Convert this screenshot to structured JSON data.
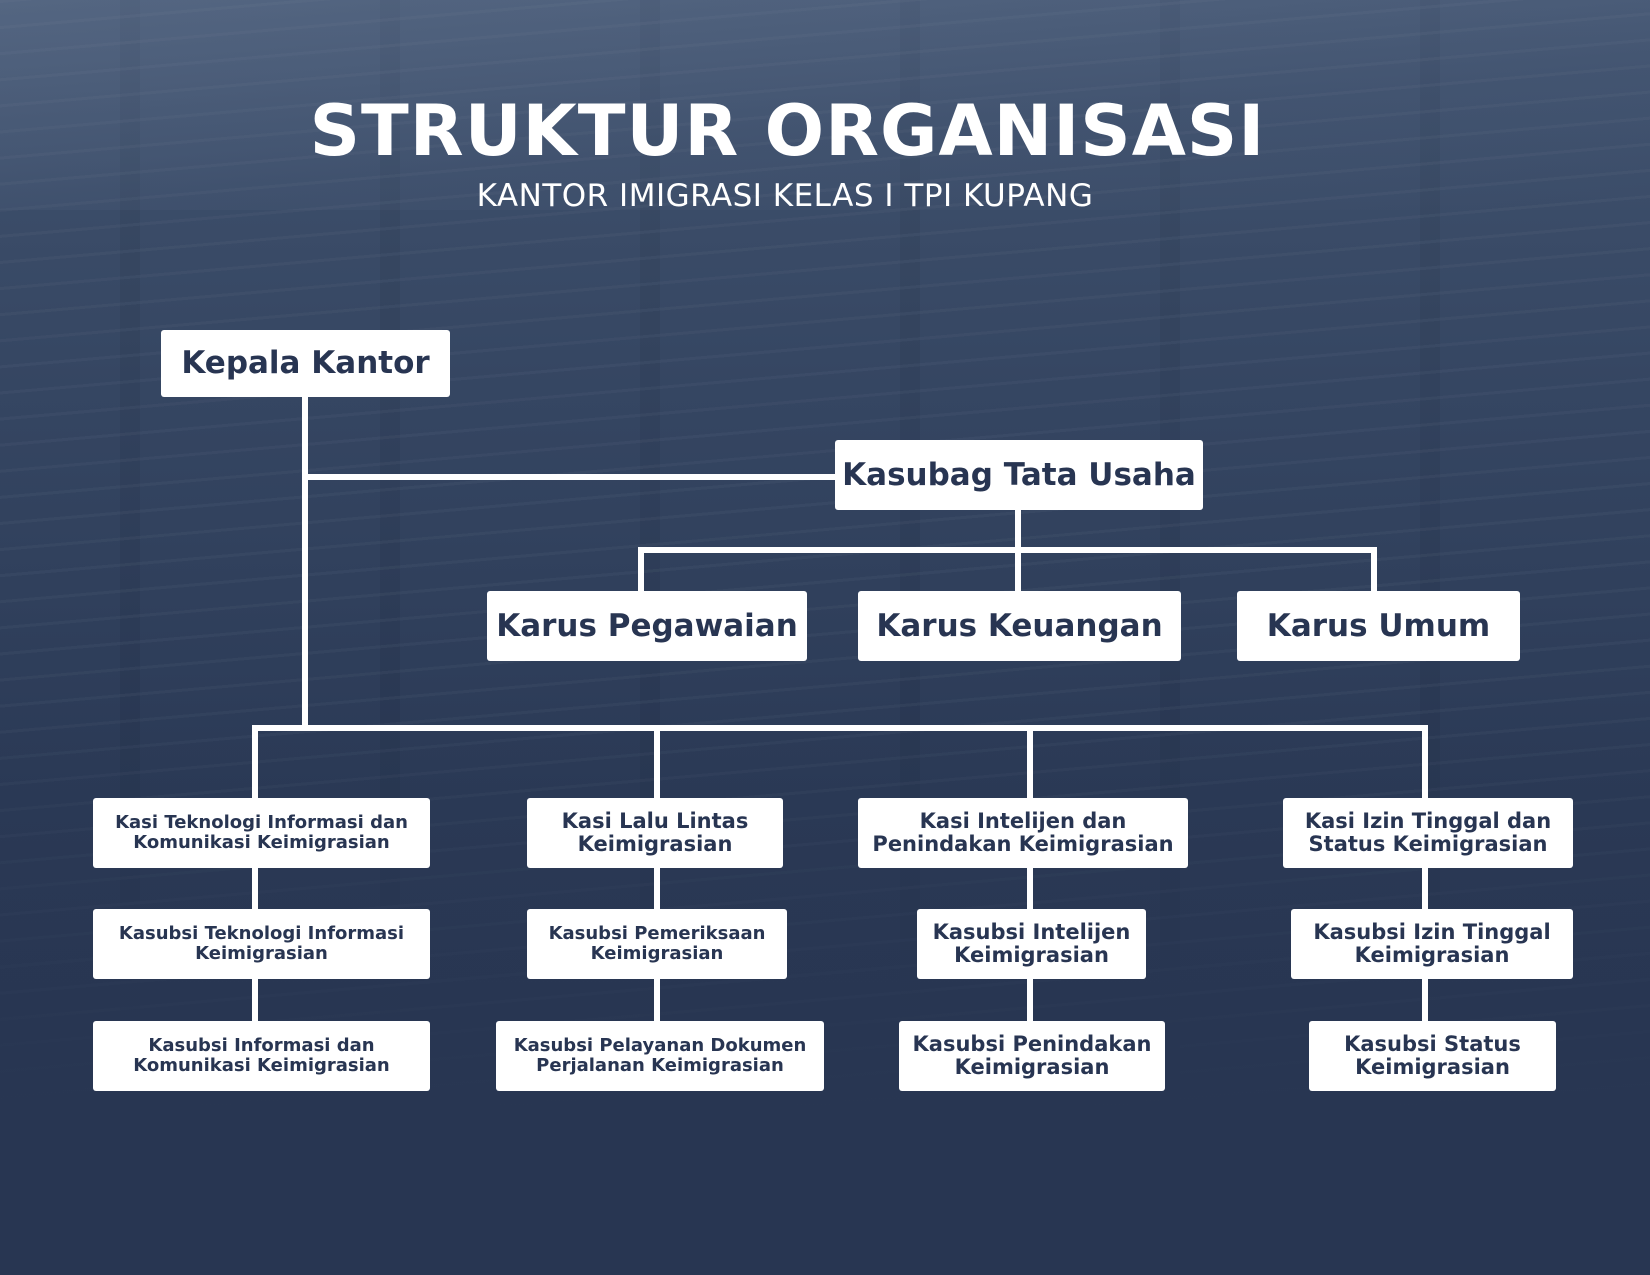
{
  "header": {
    "title": "STRUKTUR ORGANISASI",
    "subtitle": "KANTOR IMIGRASI KELAS I TPI KUPANG"
  },
  "org": {
    "head": "Kepala Kantor",
    "admin": {
      "label": "Kasubag Tata Usaha",
      "units": [
        "Karus Pegawaian",
        "Karus Keuangan",
        "Karus Umum"
      ]
    },
    "sections": [
      {
        "label": "Kasi Teknologi Informasi dan Komunikasi Keimigrasian",
        "subs": [
          "Kasubsi Teknologi Informasi Keimigrasian",
          "Kasubsi Informasi dan Komunikasi Keimigrasian"
        ]
      },
      {
        "label": "Kasi Lalu Lintas Keimigrasian",
        "subs": [
          "Kasubsi Pemeriksaan Keimigrasian",
          "Kasubsi Pelayanan Dokumen Perjalanan Keimigrasian"
        ]
      },
      {
        "label": "Kasi Intelijen dan Penindakan Keimigrasian",
        "subs": [
          "Kasubsi Intelijen Keimigrasian",
          "Kasubsi Penindakan Keimigrasian"
        ]
      },
      {
        "label": "Kasi Izin Tinggal dan Status Keimigrasian",
        "subs": [
          "Kasubsi Izin Tinggal Keimigrasian",
          "Kasubsi Status Keimigrasian"
        ]
      }
    ]
  },
  "colors": {
    "background": "#2c3b58",
    "box": "#ffffff",
    "box_text": "#283552",
    "connector": "#ffffff"
  }
}
